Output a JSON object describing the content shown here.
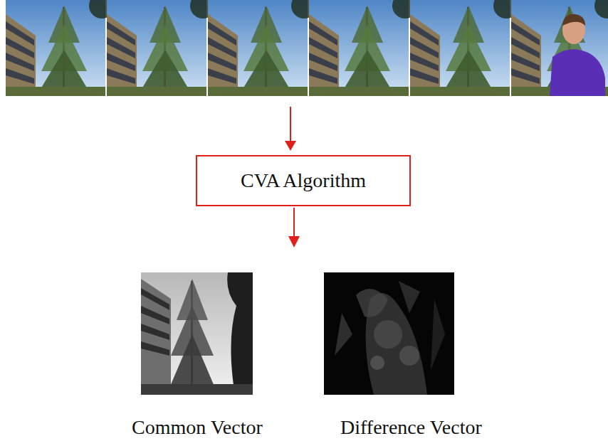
{
  "diagram": {
    "nodes": [
      {
        "text": [
          "CVA Algorithm"
        ]
      }
    ],
    "labels": [
      "Common Vector",
      "Difference Vector"
    ]
  }
}
